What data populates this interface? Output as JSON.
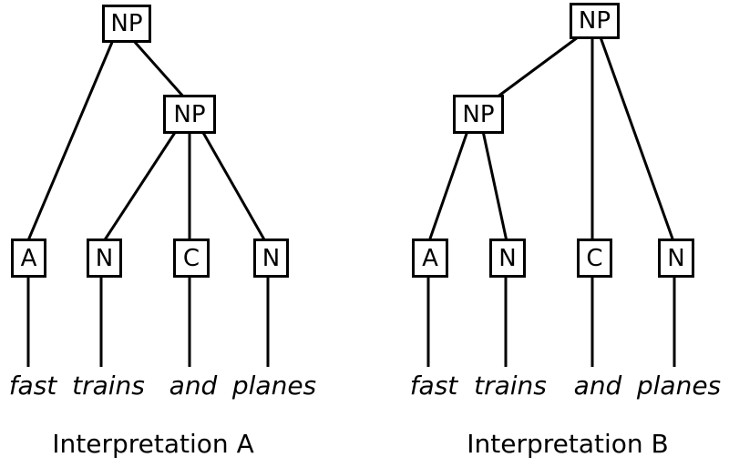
{
  "page": {
    "background_color": "#ffffff",
    "line_color": "#000000",
    "box_border_color": "#000000",
    "text_color": "#000000",
    "description": "Two syntax trees showing alternative parses of the noun phrase"
  },
  "trees": {
    "a": {
      "caption": "Interpretation A",
      "nodes": {
        "root": "NP",
        "inner": "NP"
      },
      "leaves": [
        {
          "tag": "A",
          "word": "fast"
        },
        {
          "tag": "N",
          "word": "trains"
        },
        {
          "tag": "C",
          "word": "and"
        },
        {
          "tag": "N",
          "word": "planes"
        }
      ],
      "edges": [
        "NP(root)->A",
        "NP(root)->NP(inner)",
        "NP(inner)->N(trains)",
        "NP(inner)->C(and)",
        "NP(inner)->N(planes)",
        "A->fast",
        "N->trains",
        "C->and",
        "N->planes"
      ]
    },
    "b": {
      "caption": "Interpretation B",
      "nodes": {
        "root": "NP",
        "inner": "NP"
      },
      "leaves": [
        {
          "tag": "A",
          "word": "fast"
        },
        {
          "tag": "N",
          "word": "trains"
        },
        {
          "tag": "C",
          "word": "and"
        },
        {
          "tag": "N",
          "word": "planes"
        }
      ],
      "edges": [
        "NP(root)->NP(inner)",
        "NP(root)->C(and)",
        "NP(root)->N(planes)",
        "NP(inner)->A(fast)",
        "NP(inner)->N(trains)",
        "A->fast",
        "N->trains",
        "C->and",
        "N->planes"
      ]
    }
  }
}
